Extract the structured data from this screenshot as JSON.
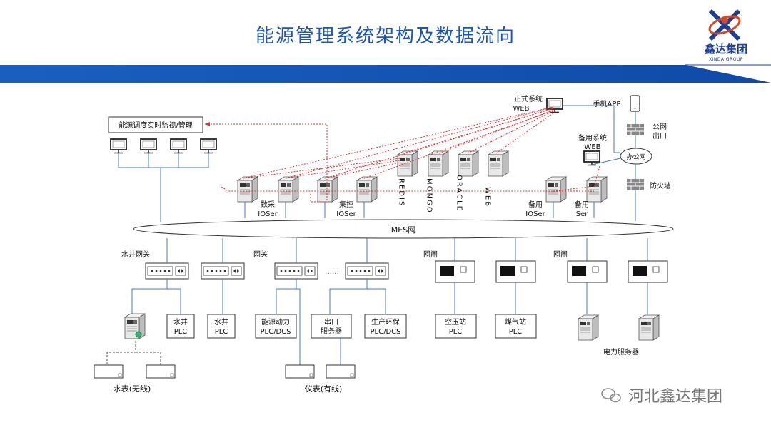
{
  "page": {
    "title": "能源管理系统架构及数据流向",
    "logo_text": "鑫达集团",
    "logo_sub": "XINDA GROUP",
    "watermark": "河北鑫达集团"
  },
  "diagram": {
    "monitor_box": "能源调度实时监视/管理",
    "prod_web": [
      "正式系统",
      "WEB"
    ],
    "mobile_app": "手机APP",
    "public_net": [
      "公网",
      "出口"
    ],
    "backup_web": [
      "备用系统",
      "WEB"
    ],
    "office_net": "办公网",
    "firewall": "防火墙",
    "acq_server": [
      "数采",
      "IOSer"
    ],
    "ctrl_server": [
      "集控",
      "IOSer"
    ],
    "redis": "REDIS",
    "mongo": "MONGO",
    "oracle": "ORACLE",
    "web": "WEB",
    "backup_ioser": [
      "备用",
      "IOSer"
    ],
    "backup_ser": [
      "备用",
      "Ser"
    ],
    "mes_net": "MES网",
    "well_gateway": "水井网关",
    "gateway": "网关",
    "gate1": "网闸",
    "gate2": "网闸",
    "ellipsis": "……",
    "well_plc1": [
      "水井",
      "PLC"
    ],
    "well_plc2": [
      "水井",
      "PLC"
    ],
    "energy_plc": [
      "能源动力",
      "PLC/DCS"
    ],
    "serial_server": [
      "串口",
      "服务器"
    ],
    "env_plc": [
      "生产环保",
      "PLC/DCS"
    ],
    "air_plc": [
      "空压站",
      "PLC"
    ],
    "gas_plc": [
      "煤气站",
      "PLC"
    ],
    "power_server": "电力服务器",
    "water_meter": "水表(无线)",
    "instrument": "仪表(有线)"
  }
}
